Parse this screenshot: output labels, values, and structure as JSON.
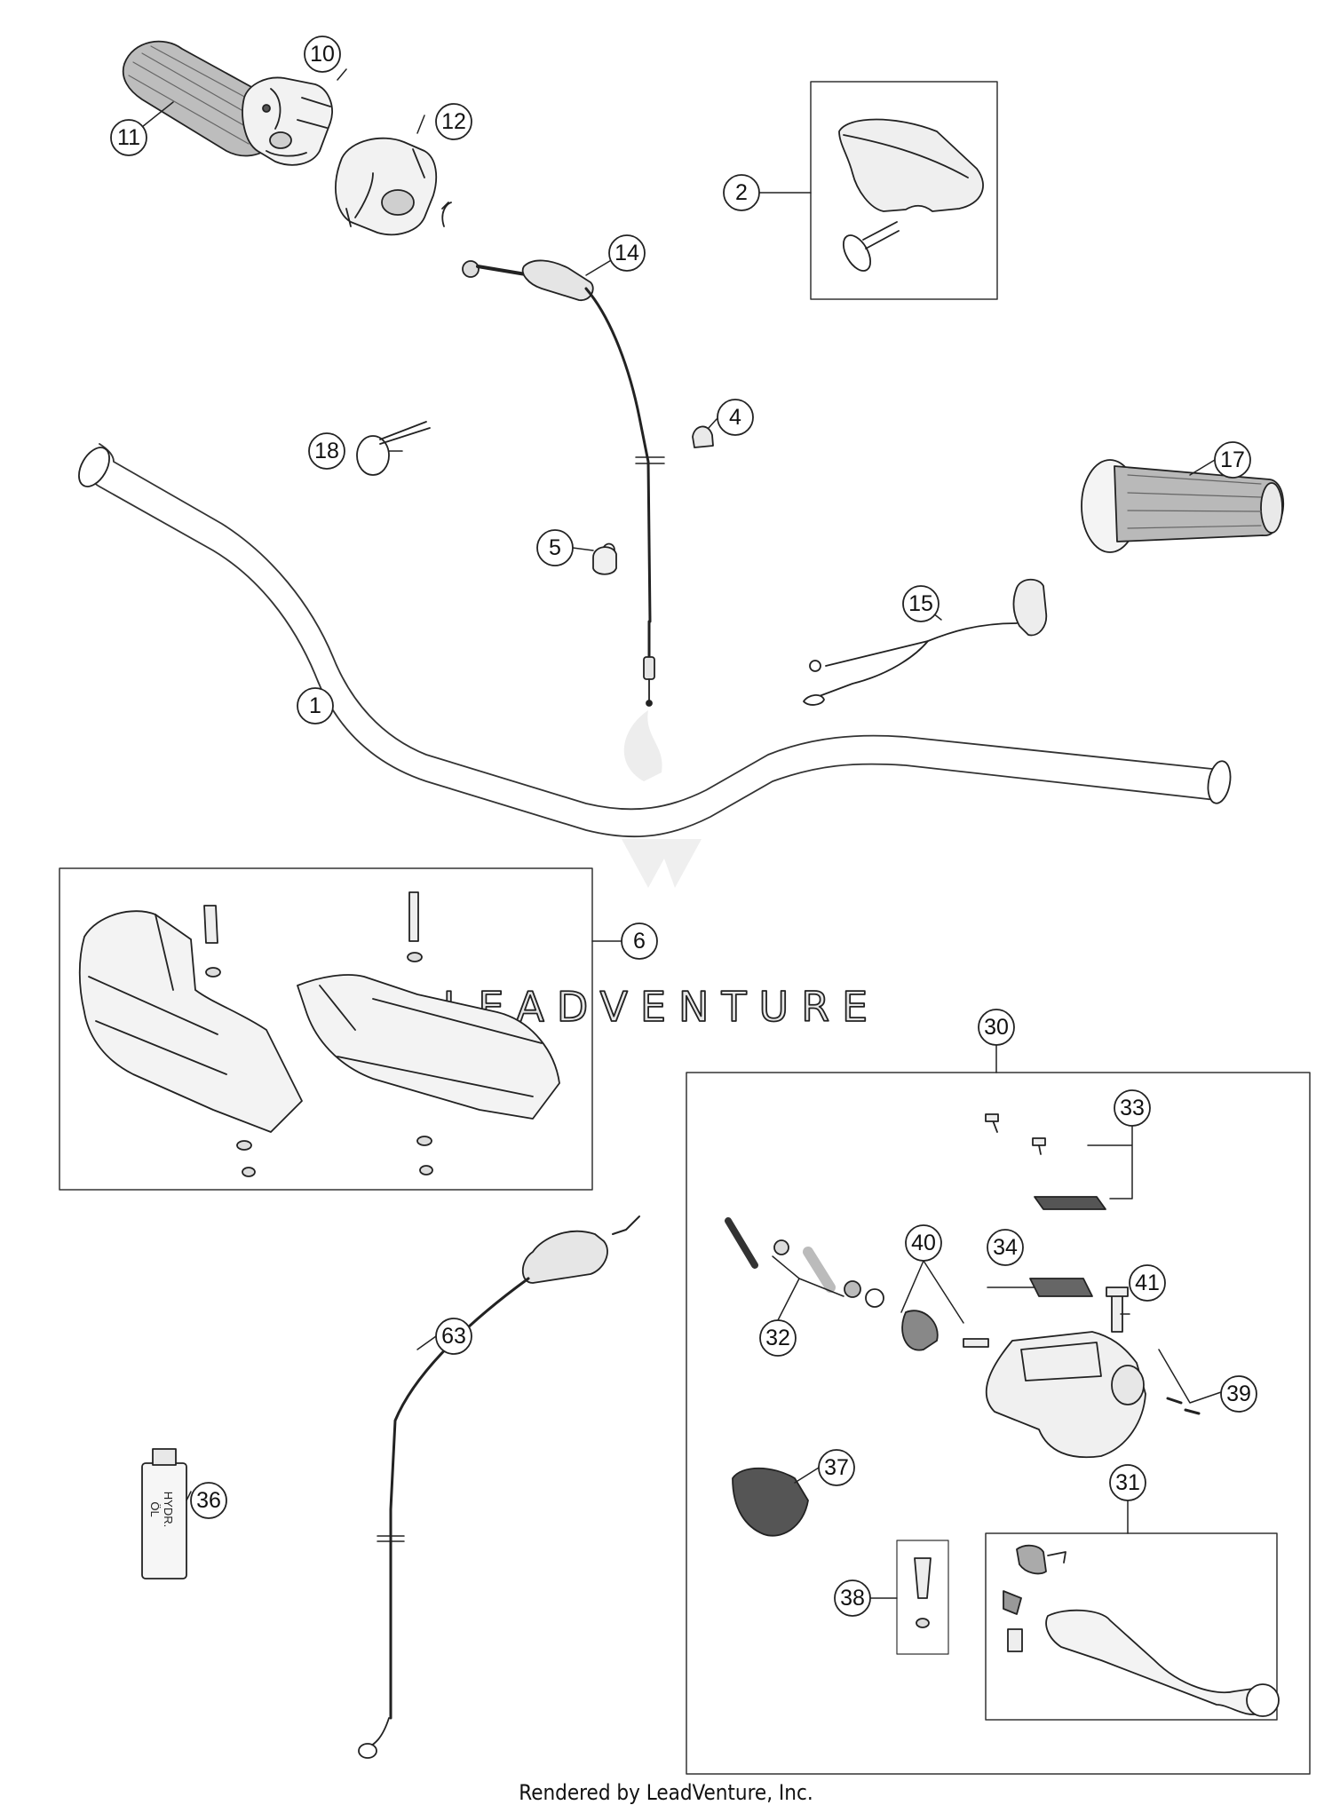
{
  "diagram": {
    "watermark_text": "LEADVENTURE",
    "oil_bottle_label_lines": [
      "HYDR.",
      "ÖL"
    ],
    "callouts": [
      "1",
      "2",
      "4",
      "5",
      "6",
      "10",
      "11",
      "12",
      "14",
      "15",
      "17",
      "18",
      "30",
      "31",
      "32",
      "33",
      "34",
      "36",
      "37",
      "38",
      "39",
      "40",
      "41",
      "63"
    ]
  },
  "footer": {
    "credit": "Rendered by LeadVenture, Inc."
  }
}
